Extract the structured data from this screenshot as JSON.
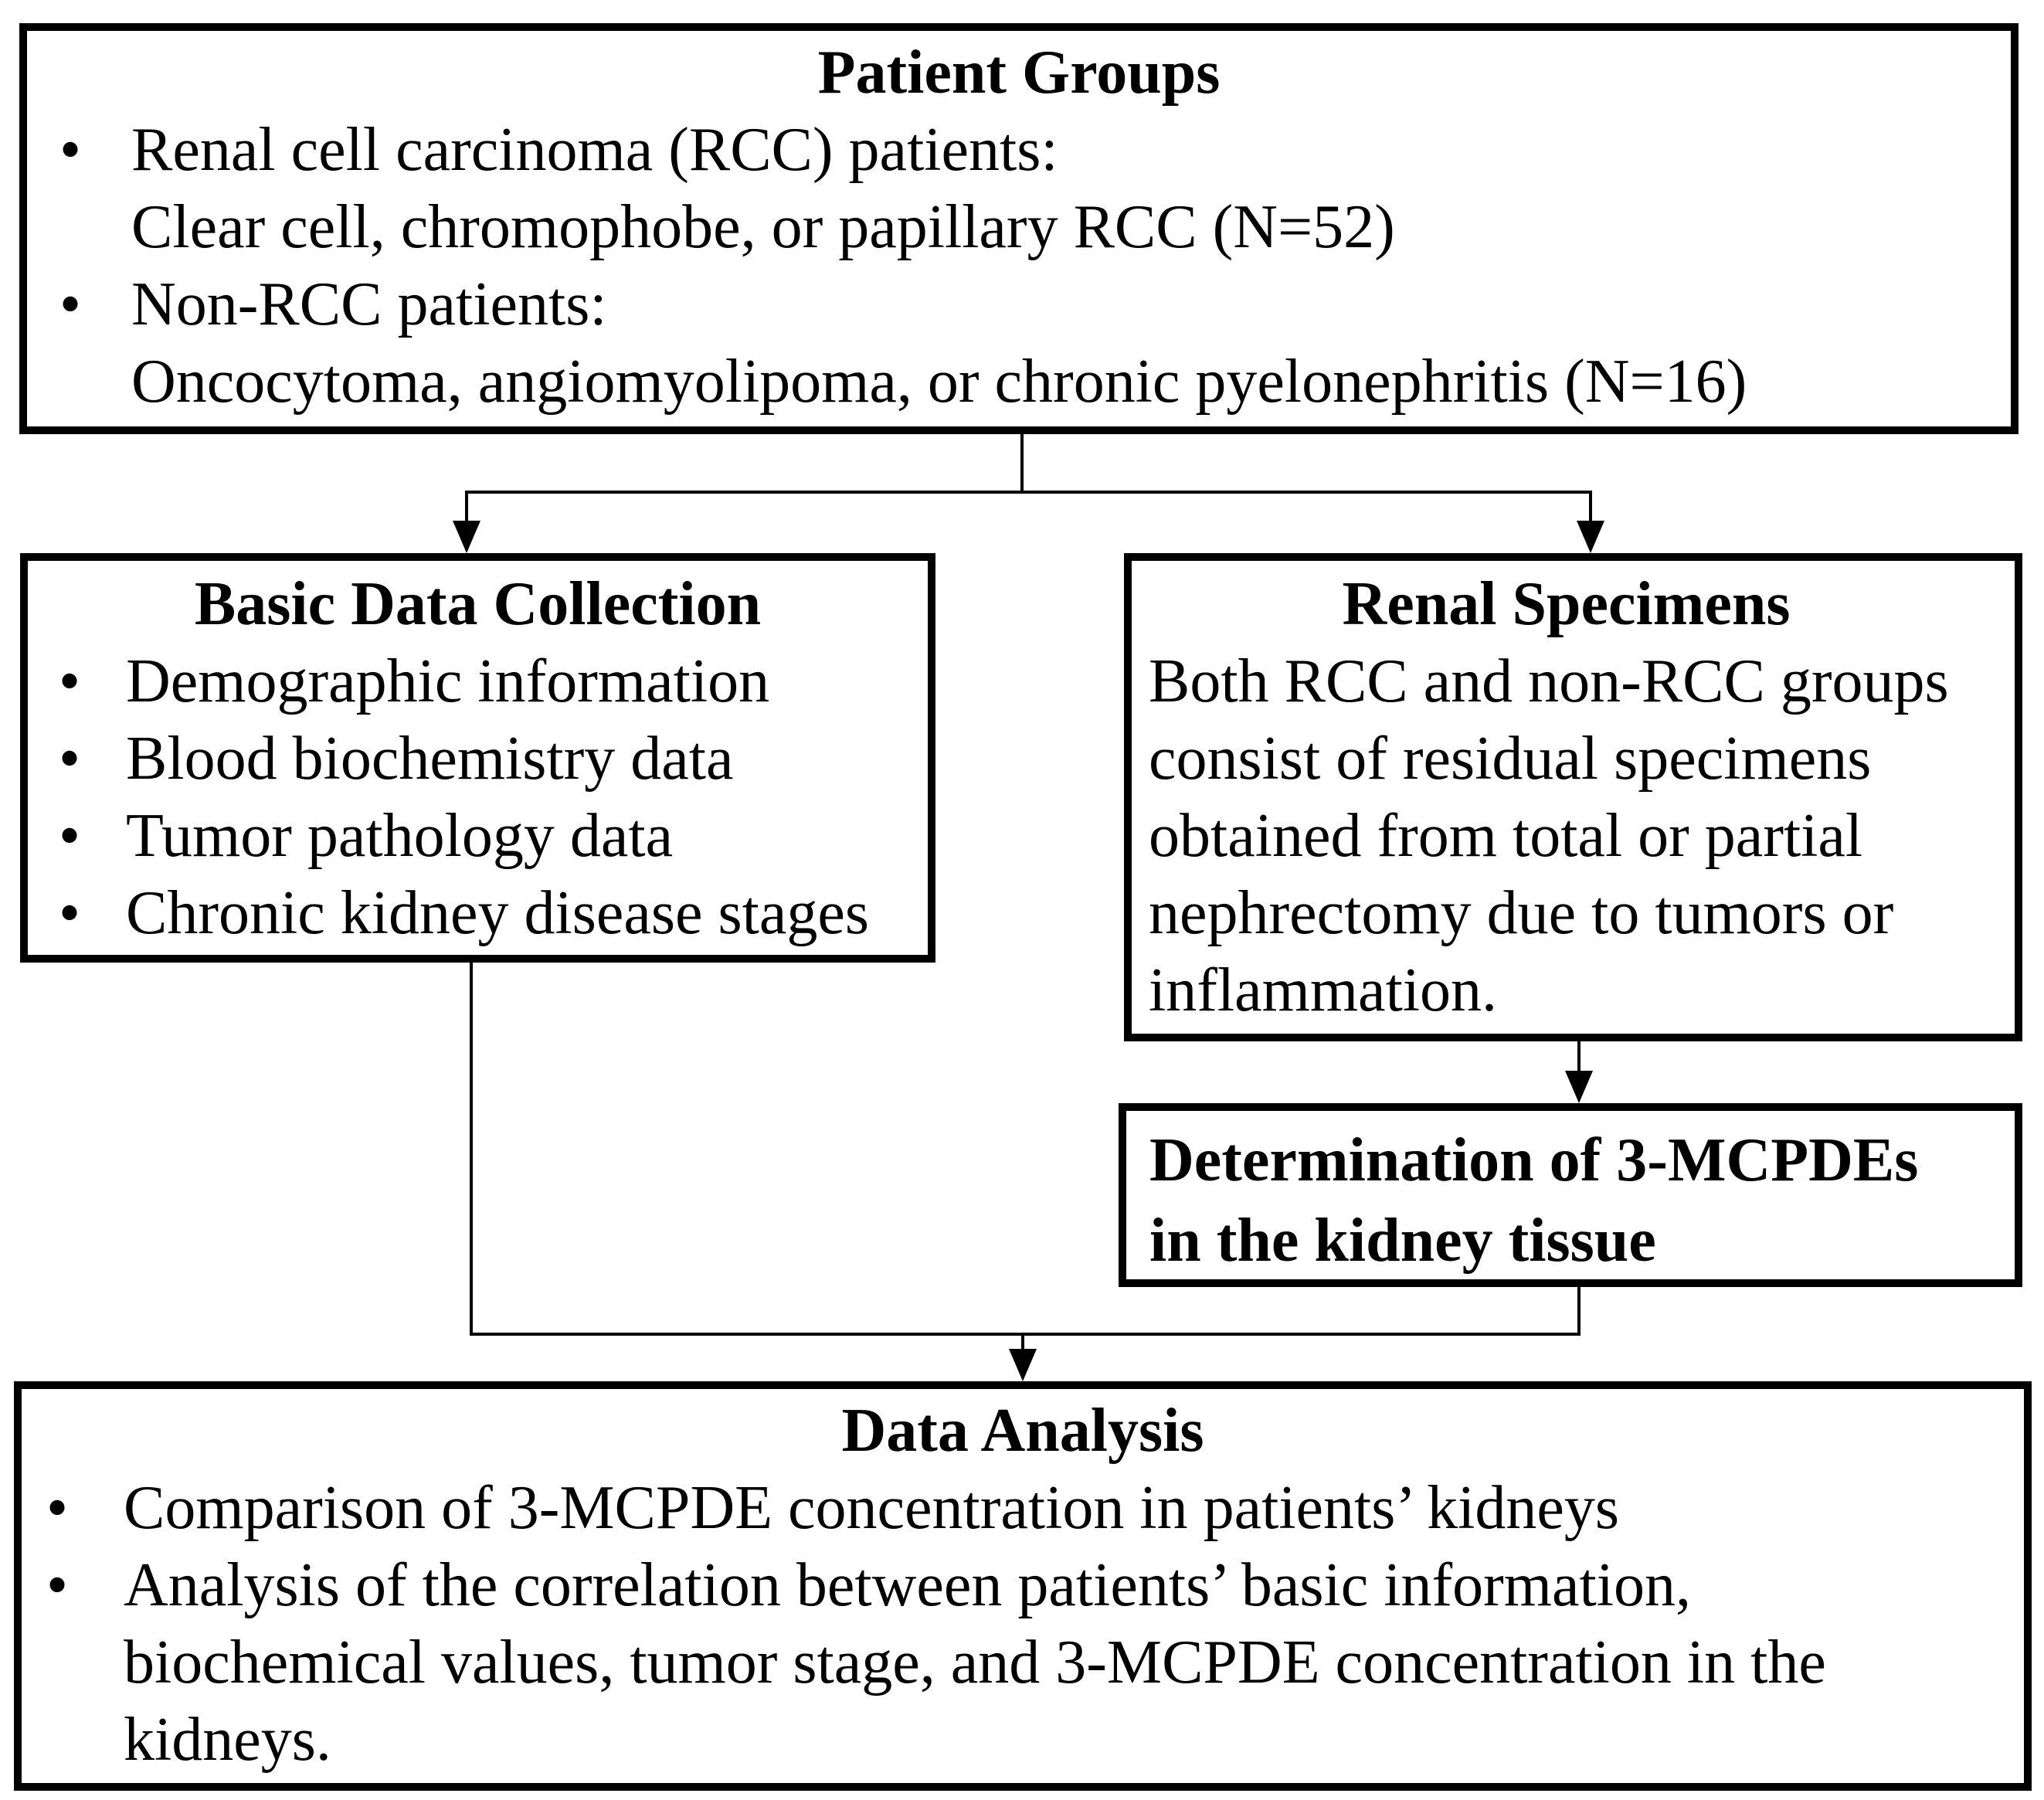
{
  "figure": {
    "background_color": "#ffffff",
    "border_color": "#000000",
    "text_color": "#000000"
  },
  "patient_groups": {
    "title": "Patient Groups",
    "bullets": [
      {
        "lead": "Renal cell carcinoma (RCC) patients:",
        "cont": "Clear cell, chromophobe, or papillary RCC (N=52)"
      },
      {
        "lead": "Non-RCC patients:",
        "cont": "Oncocytoma, angiomyolipoma, or chronic pyelonephritis (N=16)"
      }
    ]
  },
  "basic_data_collection": {
    "title": "Basic Data Collection",
    "bullets": [
      "Demographic information",
      "Blood biochemistry data",
      "Tumor pathology data",
      "Chronic kidney disease stages"
    ]
  },
  "renal_specimens": {
    "title": "Renal Specimens",
    "body": "Both RCC and non-RCC groups consist of residual specimens obtained from total or partial nephrectomy due to tumors or inflammation."
  },
  "determination": {
    "title": "Determination of 3-MCPDEs in the kidney tissue"
  },
  "data_analysis": {
    "title": "Data Analysis",
    "bullets": [
      "Comparison of 3-MCPDE concentration in patients’ kidneys",
      "Analysis of the correlation between patients’ basic information, biochemical values, tumor stage, and 3-MCPDE concentration in the kidneys."
    ]
  }
}
